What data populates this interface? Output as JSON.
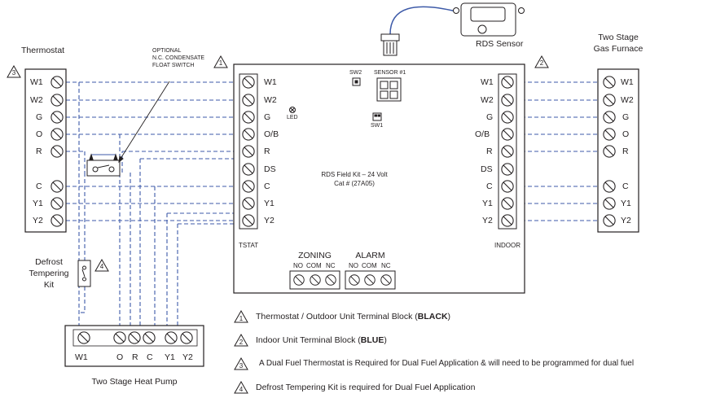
{
  "thermostat": {
    "title": "Thermostat",
    "note_marker": "3",
    "terminals": [
      "W1",
      "W2",
      "G",
      "O",
      "R",
      "C",
      "Y1",
      "Y2"
    ]
  },
  "float_switch": {
    "lines": [
      "OPTIONAL",
      "N.C. CONDENSATE",
      "FLOAT SWITCH"
    ]
  },
  "defrost_kit": {
    "lines": [
      "Defrost",
      "Tempering",
      "Kit"
    ],
    "note_marker": "4"
  },
  "heat_pump": {
    "title": "Two  Stage Heat Pump",
    "terminals": [
      "W1",
      "O",
      "R",
      "C",
      "Y1",
      "Y2"
    ]
  },
  "rds_sensor": {
    "label": "RDS Sensor"
  },
  "field_kit": {
    "tstat_marker": "1",
    "indoor_marker": "2",
    "tstat_terminals": [
      "W1",
      "W2",
      "G",
      "O/B",
      "R",
      "DS",
      "C",
      "Y1",
      "Y2"
    ],
    "tstat_label": "TSTAT",
    "indoor_terminals": [
      "W1",
      "W2",
      "G",
      "O/B",
      "R",
      "DS",
      "C",
      "Y1",
      "Y2"
    ],
    "indoor_label": "INDOOR",
    "sw2": "SW2",
    "sensor1": "SENSOR #1",
    "sw1": "SW1",
    "led": "LED",
    "title_line1": "RDS Field Kit   – 24 Volt",
    "title_line2": "Cat # (27A05)",
    "zoning": {
      "title": "ZONING",
      "contacts": [
        "NO",
        "COM",
        "NC"
      ]
    },
    "alarm": {
      "title": "ALARM",
      "contacts": [
        "NO",
        "COM",
        "NC"
      ]
    }
  },
  "furnace": {
    "title_line1": "Two Stage",
    "title_line2": "Gas Furnace",
    "terminals": [
      "W1",
      "W2",
      "G",
      "O",
      "R",
      "C",
      "Y1",
      "Y2"
    ]
  },
  "notes": [
    {
      "marker": "1",
      "text": "Thermostat / Outdoor Unit Terminal Block (",
      "bold": "BLACK",
      "after": ")"
    },
    {
      "marker": "2",
      "text": "Indoor Unit Terminal Block (",
      "bold": "BLUE",
      "after": ")"
    },
    {
      "marker": "3",
      "text": "A Dual Fuel Thermostat is Required for Dual Fuel Application & will need to be programmed for dual fuel",
      "bold": "",
      "after": ""
    },
    {
      "marker": "4",
      "text": "Defrost Tempering Kit is required for Dual Fuel Application",
      "bold": "",
      "after": ""
    }
  ],
  "colors": {
    "wire": "#3d5aa8",
    "outline": "#231f20"
  }
}
